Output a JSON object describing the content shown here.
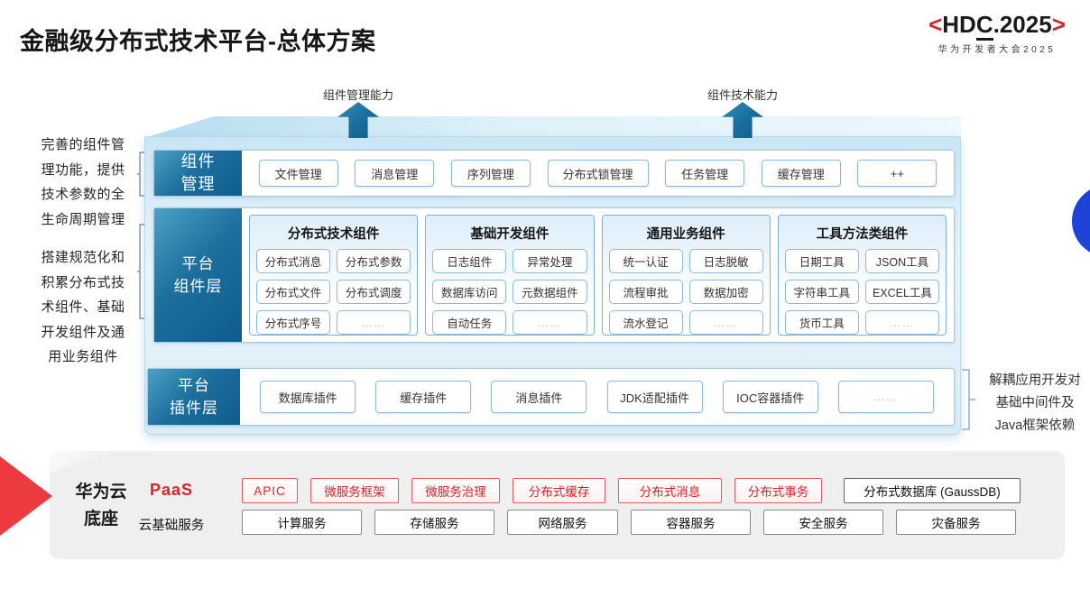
{
  "title": "金融级分布式技术平台-总体方案",
  "logo": {
    "open": "<",
    "hd": "HD",
    "c": "C",
    "rest": ".2025",
    "close": ">",
    "subtitle": "华为开发者大会2025"
  },
  "capability_arrows": [
    {
      "label": "组件管理能力"
    },
    {
      "label": "组件技术能力"
    }
  ],
  "left_notes": [
    {
      "lines": [
        "完善的组件管",
        "理功能，提供",
        "技术参数的全",
        "生命周期管理"
      ]
    },
    {
      "lines": [
        "搭建规范化和",
        "积累分布式技",
        "术组件、基础",
        "开发组件及通",
        "用业务组件"
      ]
    }
  ],
  "right_note": {
    "lines": [
      "解耦应用开发对",
      "基础中间件及",
      "Java框架依赖"
    ]
  },
  "component_mgmt_row": {
    "label_lines": [
      "组件",
      "管理"
    ],
    "items": [
      "文件管理",
      "消息管理",
      "序列管理",
      "分布式锁管理",
      "任务管理",
      "缓存管理",
      "++"
    ]
  },
  "platform_component_row": {
    "label_lines": [
      "平台",
      "组件层"
    ],
    "columns": [
      {
        "title": "分布式技术组件",
        "items": [
          "分布式消息",
          "分布式参数",
          "分布式文件",
          "分布式调度",
          "分布式序号",
          "……"
        ]
      },
      {
        "title": "基础开发组件",
        "items": [
          "日志组件",
          "异常处理",
          "数据库访问",
          "元数据组件",
          "自动任务",
          "……"
        ]
      },
      {
        "title": "通用业务组件",
        "items": [
          "统一认证",
          "日志脱敏",
          "流程审批",
          "数据加密",
          "流水登记",
          "……"
        ]
      },
      {
        "title": "工具方法类组件",
        "items": [
          "日期工具",
          "JSON工具",
          "字符串工具",
          "EXCEL工具",
          "货币工具",
          "……"
        ]
      }
    ]
  },
  "plugin_row": {
    "label_lines": [
      "平台",
      "插件层"
    ],
    "items": [
      "数据库插件",
      "缓存插件",
      "消息插件",
      "JDK适配插件",
      "IOC容器插件",
      "……"
    ]
  },
  "foundation": {
    "label_lines": [
      "华为云",
      "底座"
    ],
    "paas_label": "PaaS",
    "paas_items": [
      "APIC",
      "微服务框架",
      "微服务治理",
      "分布式缓存",
      "分布式消息",
      "分布式事务"
    ],
    "paas_plain_item": "分布式数据库 (GaussDB)",
    "cloud_label": "云基础服务",
    "cloud_items": [
      "计算服务",
      "存储服务",
      "网络服务",
      "容器服务",
      "安全服务",
      "灾备服务"
    ]
  },
  "colors": {
    "brand_red": "#d9232a",
    "label_gradient_start": "#4ba2c4",
    "label_gradient_end": "#0e5c8e",
    "box_border": "#8fb9d9",
    "circle_blue": "#1e43d8"
  }
}
